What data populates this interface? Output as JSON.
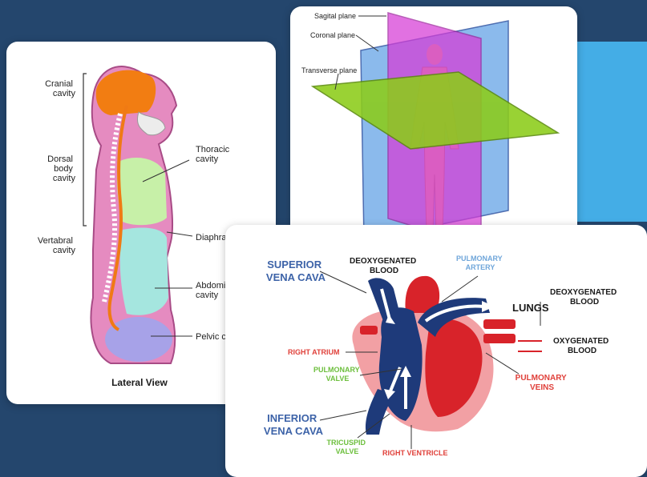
{
  "lateral": {
    "cranial": [
      "Cranial",
      "cavity"
    ],
    "dorsal": [
      "Dorsal",
      "body",
      "cavity"
    ],
    "vertebral": [
      "Vertabral",
      "cavity"
    ],
    "thoracic": [
      "Thoracic",
      "cavity"
    ],
    "diaphragm": "Diaphragm",
    "abdominal": [
      "Abdominal",
      "cavity"
    ],
    "pelvic": "Pelvic cavity",
    "caption": "Lateral View"
  },
  "planes": {
    "sagittal": "Sagital plane",
    "coronal": "Coronal plane",
    "transverse": "Transverse plane"
  },
  "heart": {
    "svc": [
      "SUPERIOR",
      "VENA CAVA"
    ],
    "deoxy_top": [
      "DEOXYGENATED",
      "BLOOD"
    ],
    "pulm_artery": [
      "PULMONARY",
      "ARTERY"
    ],
    "lungs": "LUNGS",
    "legend_deoxy": [
      "DEOXYGENATED",
      "BLOOD"
    ],
    "legend_oxy": [
      "OXYGENATED",
      "BLOOD"
    ],
    "right_atrium": "RIGHT ATRIUM",
    "pulm_valve": [
      "PULMONARY",
      "VALVE"
    ],
    "pulm_veins": [
      "PULMONARY",
      "VEINS"
    ],
    "ivc": [
      "INFERIOR",
      "VENA CAVA"
    ],
    "tricuspid": [
      "TRICUSPID",
      "VALVE"
    ],
    "right_ventricle": "RIGHT VENTRICLE"
  },
  "colors": {
    "background": "#24466d",
    "accent": "#44ade6",
    "deoxygenated": "#1e3a7a",
    "oxygenated": "#d8232a"
  }
}
